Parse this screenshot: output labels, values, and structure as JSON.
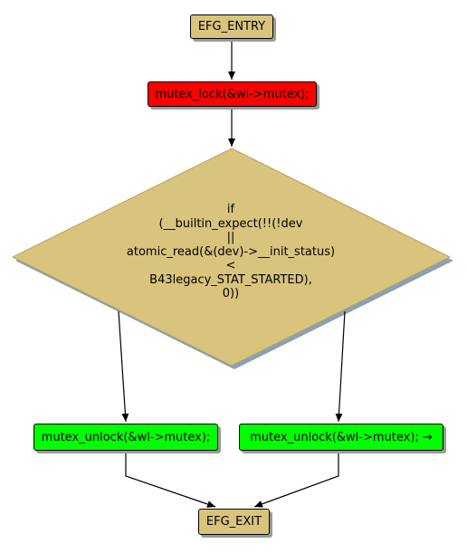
{
  "nodes": {
    "entry": "EFG_ENTRY",
    "lock": "mutex_lock(&wl->mutex);",
    "condition_lines": [
      "if",
      "(__builtin_expect(!!(!dev",
      "||",
      "atomic_read(&(dev)->__init_status)",
      "<",
      "B43legacy_STAT_STARTED),",
      "0))"
    ],
    "unlock_left": "mutex_unlock(&wl->mutex);",
    "unlock_right": "mutex_unlock(&wl->mutex); →",
    "exit": "EFG_EXIT"
  },
  "colors": {
    "terminal": "#d9c47d",
    "decision": "#d9c47d",
    "lock": "#ff0000",
    "unlock": "#00ff00",
    "shadow": "#9a9a9a",
    "decision_shadow": "#8aa0b8"
  }
}
